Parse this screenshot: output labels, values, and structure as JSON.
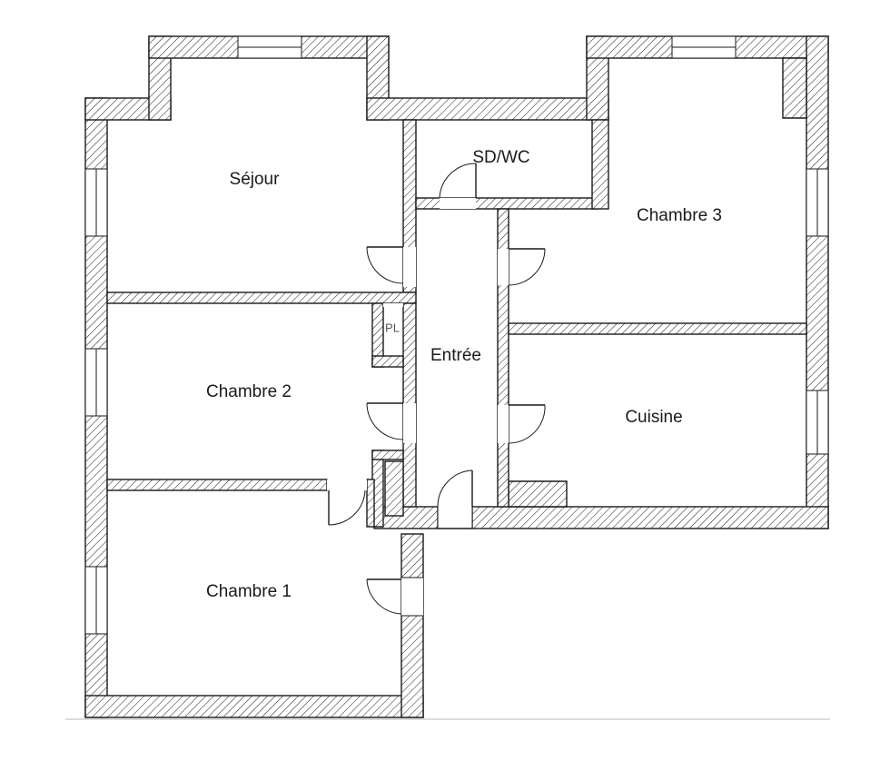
{
  "rooms": {
    "sejour": "Séjour",
    "sdwc": "SD/WC",
    "chambre3": "Chambre 3",
    "placard": "PL",
    "entree": "Entrée",
    "chambre2": "Chambre 2",
    "cuisine": "Cuisine",
    "chambre1": "Chambre 1"
  },
  "colors": {
    "wall": "#1a1a1a",
    "background": "#ffffff"
  }
}
